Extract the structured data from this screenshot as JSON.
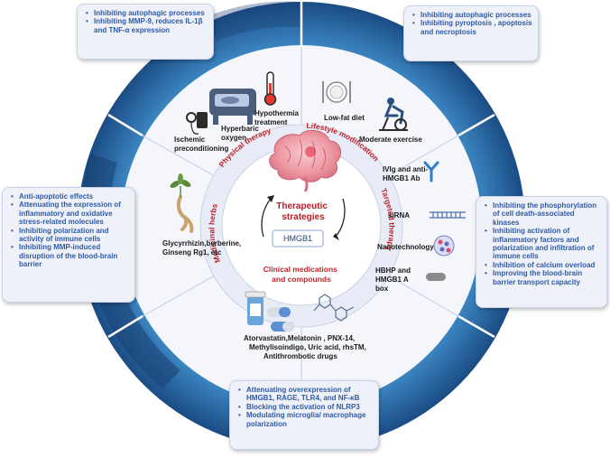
{
  "center": {
    "title_line1": "Therapeutic",
    "title_line2": "strategies",
    "badge": "HMGB1"
  },
  "sectors": {
    "physical": "Physical therapy",
    "lifestyle": "Lifestyle modification",
    "targeted": "Targeted therapy",
    "clinical_line1": "Clinical medications",
    "clinical_line2": "and compounds",
    "herbs": "Medicinal herbs"
  },
  "items": {
    "ischemic": [
      "Ischemic",
      "preconditioning"
    ],
    "hyperbaric": [
      "Hyperbaric",
      "oxygen"
    ],
    "hypothermia": [
      "Hypothermia",
      "treatment"
    ],
    "lowfat": [
      "Low-fat diet"
    ],
    "exercise": [
      "Moderate exercise"
    ],
    "ivig": [
      "IVIg and anti-",
      "HMGB1 Ab"
    ],
    "sirna": [
      "siRNA"
    ],
    "nano": [
      "Nanotechnology"
    ],
    "hbhp": [
      "HBHP and",
      "HMGB1 A",
      "box"
    ],
    "drugs": [
      "Atorvastatin,Melatonin , PNX-14,",
      "Methylisoindigo, Uric acid, rhsTM,",
      "Antithrombotic drugs"
    ],
    "herbs": [
      "Glycyrrhizin,berberine,",
      "Ginseng Rg1, etc"
    ]
  },
  "boxes": {
    "top_left": [
      "Inhibiting autophagic processes",
      "Inhibiting MMP-9, reduces IL-1β and TNF-α expression"
    ],
    "top_right": [
      "Inhibiting autophagic processes",
      "Inhibiting pyroptosis , apoptosis and necroptosis"
    ],
    "left": [
      "Anti-apoptotic effects",
      "Attenuating the expression of inflammatory and oxidative stress-related molecules",
      "Inhibiting polarization and  activity of immune cells",
      "Inhibiting MMP-induced disruption of the blood-brain barrier"
    ],
    "right": [
      "Inhibiting the phosphorylation of cell death-associated kinases",
      "Inhibiting activation of inflammatory factors and polarization and infiltration of immune cells",
      "Inhibition of calcium overload",
      "Improving the blood-brain barrier transport capacity"
    ],
    "bottom": [
      "Attenuating overexpression of HMGB1, RAGE, TLR4, and NF-κB",
      "Blocking the activation of NLRP3",
      "Modulating microglia/ macrophage polarization"
    ]
  },
  "colors": {
    "ring_dark": "#1d4f86",
    "ring_mid": "#2a73b4",
    "inner_fill": "#eef2f9",
    "sector_label": "#c0232c",
    "box_text": "#2f5aa6"
  }
}
